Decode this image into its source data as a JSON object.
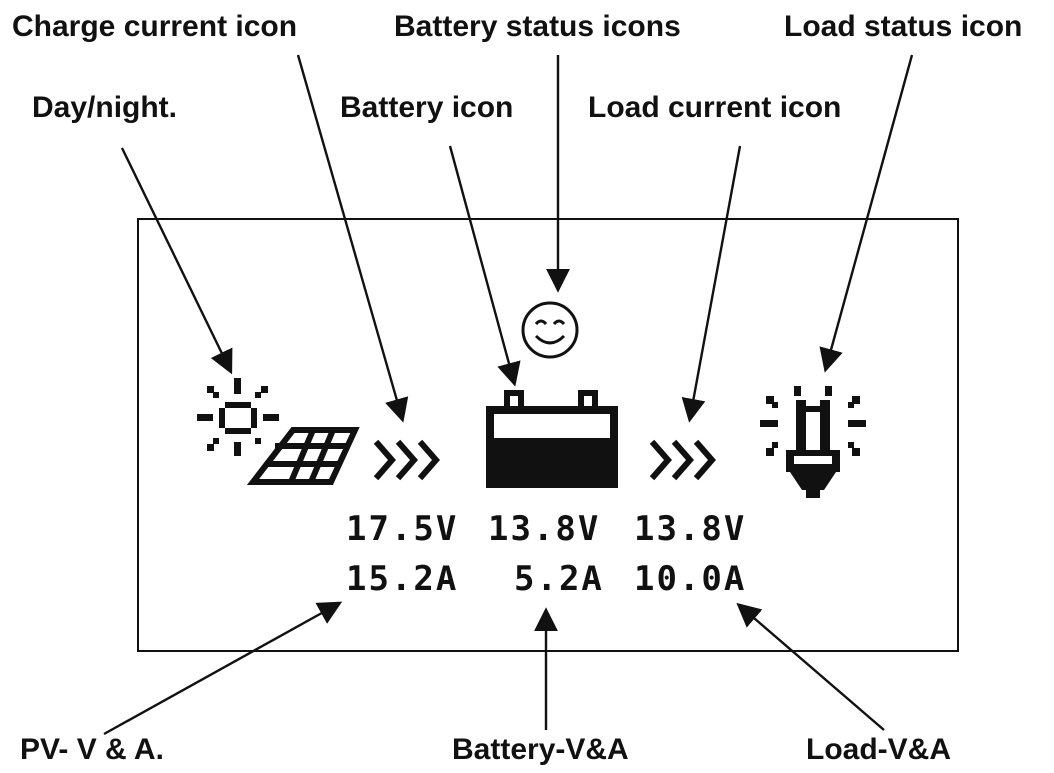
{
  "labels": {
    "charge_current_icon": "Charge current icon",
    "battery_status_icons": "Battery status icons",
    "load_status_icon": "Load status icon",
    "day_night": "Day/night.",
    "battery_icon": "Battery icon",
    "load_current_icon": "Load current icon",
    "pv_va": "PV- V & A.",
    "battery_va": "Battery-V&A",
    "load_va": "Load-V&A"
  },
  "readouts": {
    "pv_voltage": "17.5V",
    "pv_current": "15.2A",
    "battery_voltage": "13.8V",
    "battery_current": "5.2A",
    "load_voltage": "13.8V",
    "load_current": "10.0A"
  },
  "icons": {
    "day_night": "sun-solar-panel-icon",
    "charge_current": "chevron-triple-right-icon",
    "battery_status": "smiley-face-icon",
    "battery": "battery-icon",
    "load_current": "chevron-triple-right-icon",
    "load_status": "light-bulb-icon"
  },
  "colors": {
    "ink": "#111111",
    "background": "#ffffff"
  }
}
